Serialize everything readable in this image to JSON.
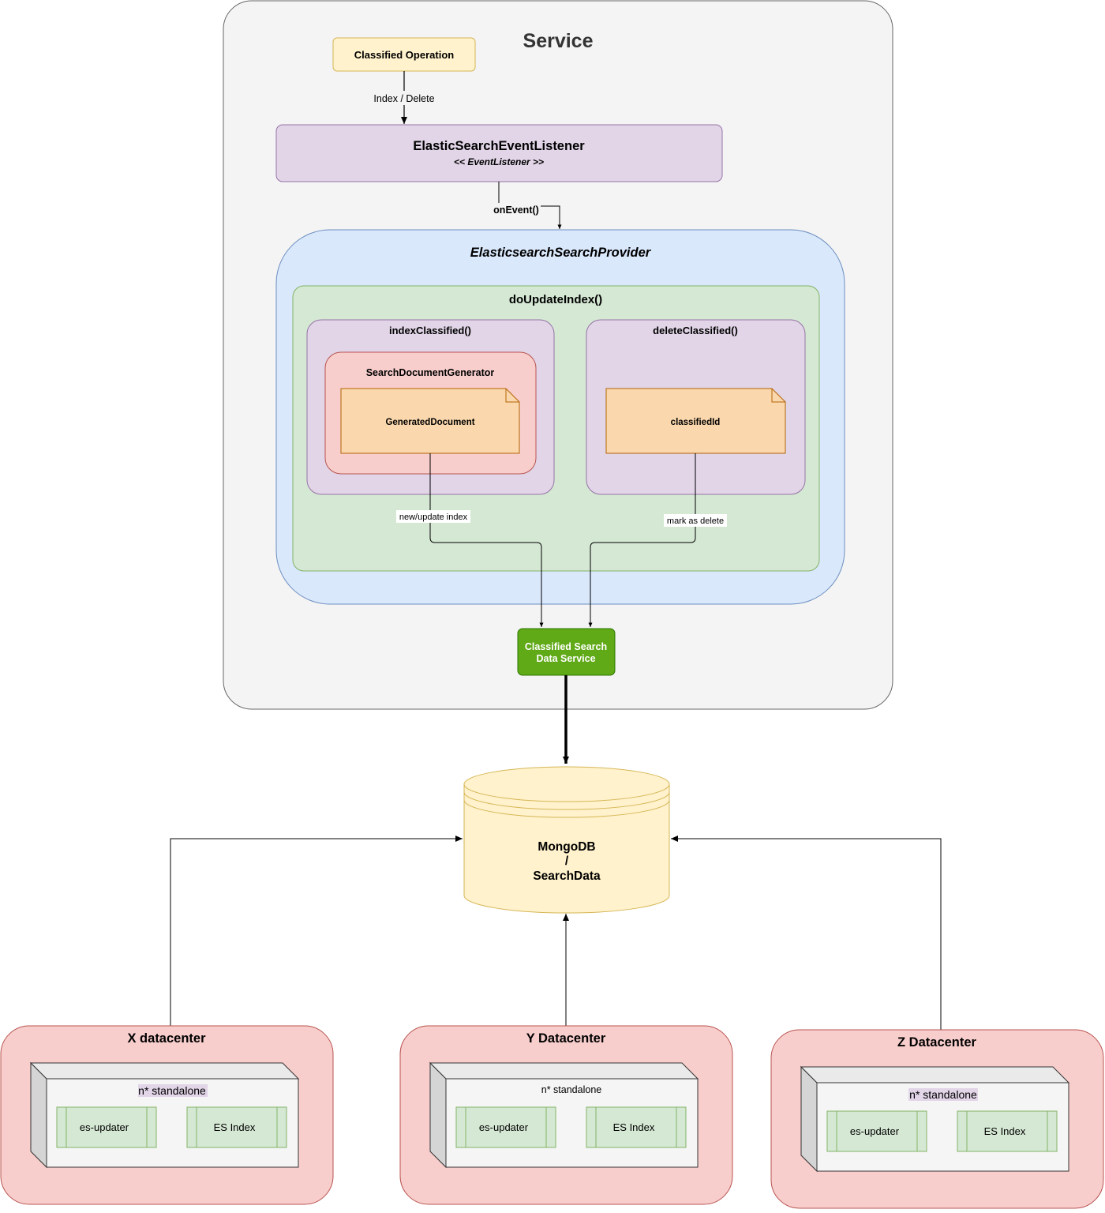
{
  "service": {
    "title": "Service",
    "classified_operation": "Classified Operation",
    "edge_index_delete": "Index / Delete",
    "listener_name": "ElasticSearchEventListener",
    "listener_stereotype": "<< EventListener >>",
    "edge_on_event": "onEvent()",
    "provider_name": "ElasticsearchSearchProvider",
    "do_update_index": "doUpdateIndex()",
    "index_classified": "indexClassified()",
    "search_document_generator": "SearchDocumentGenerator",
    "generated_document": "GeneratedDocument",
    "delete_classified": "deleteClassified()",
    "classified_id": "classifiedId",
    "edge_new_update_index": "new/update index",
    "edge_mark_as_delete": "mark as delete",
    "data_service_line1": "Classified Search",
    "data_service_line2": "Data Service"
  },
  "database": {
    "line1": "MongoDB",
    "line2": "/",
    "line3": "SearchData"
  },
  "datacenters": [
    {
      "title": "X datacenter",
      "node_label": "n* standalone",
      "comp1": "es-updater",
      "comp2": "ES Index"
    },
    {
      "title": "Y Datacenter",
      "node_label": "n* standalone",
      "comp1": "es-updater",
      "comp2": "ES Index"
    },
    {
      "title": "Z Datacenter",
      "node_label": "n* standalone",
      "comp1": "es-updater",
      "comp2": "ES Index"
    }
  ],
  "colors": {
    "service_fill": "#f4f4f4",
    "listener_fill": "#e1d5e7",
    "provider_fill": "#dae8fc",
    "do_update_fill": "#d5e8d4",
    "generator_fill": "#f8cecc",
    "note_fill": "#fad7ac",
    "data_service_fill": "#60a917",
    "db_fill": "#fff2cc",
    "datacenter_fill": "#f8cecc"
  }
}
